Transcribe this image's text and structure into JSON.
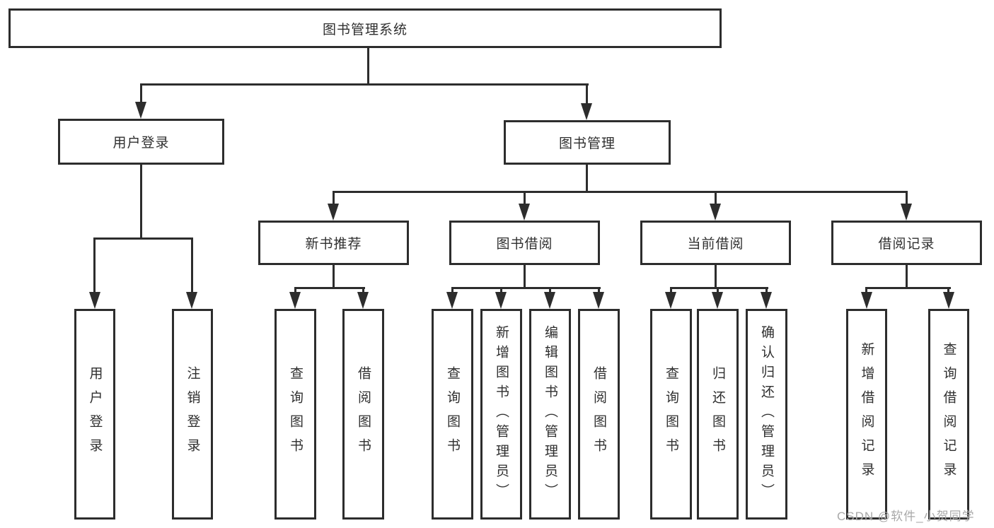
{
  "diagram": {
    "root": "图书管理系统",
    "user_login": {
      "label": "用户登录",
      "children": [
        "用户登录",
        "注销登录"
      ]
    },
    "book_management": {
      "label": "图书管理",
      "sections": [
        {
          "label": "新书推荐",
          "children": [
            "查询图书",
            "借阅图书"
          ]
        },
        {
          "label": "图书借阅",
          "children": [
            "查询图书",
            "新增图书（管理员）",
            "编辑图书（管理员）",
            "借阅图书"
          ]
        },
        {
          "label": "当前借阅",
          "children": [
            "查询图书",
            "归还图书",
            "确认归还（管理员）"
          ]
        },
        {
          "label": "借阅记录",
          "children": [
            "新增借阅记录",
            "查询借阅记录"
          ]
        }
      ]
    }
  },
  "watermark": "CSDN @软件_小贺同学",
  "colors": {
    "line": "#2d2d2d",
    "box_border": "#2d2d2d",
    "text": "#2f2f2f",
    "watermark": "#a9a9a9",
    "background": "#ffffff"
  }
}
